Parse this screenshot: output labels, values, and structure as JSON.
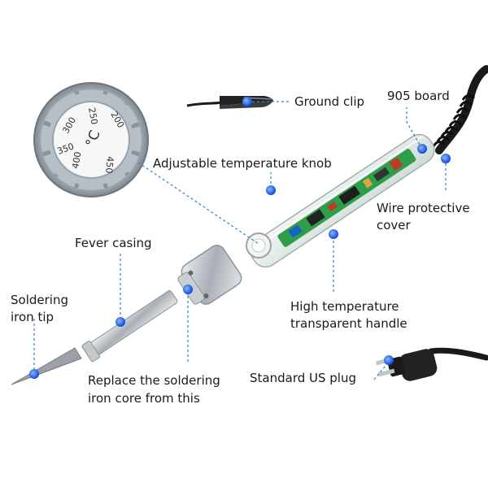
{
  "labels": {
    "ground_clip": "Ground clip",
    "board": "905 board",
    "knob": "Adjustable temperature knob",
    "wire_cover_1": "Wire protective",
    "wire_cover_2": "cover",
    "fever_casing": "Fever casing",
    "tip_1": "Soldering",
    "tip_2": "iron tip",
    "handle_1": "High temperature",
    "handle_2": "transparent handle",
    "plug": "Standard US plug",
    "core_1": "Replace the soldering",
    "core_2": "iron core from this"
  },
  "dial": {
    "unit": "°C",
    "ticks": [
      "200",
      "250",
      "300",
      "350",
      "400",
      "450"
    ]
  },
  "colors": {
    "marker": "#1565ff",
    "leader": "#2a7fd6",
    "pcb": "#2f9e4a",
    "steel": "#b9bec4",
    "cord": "#1a1a1a"
  }
}
